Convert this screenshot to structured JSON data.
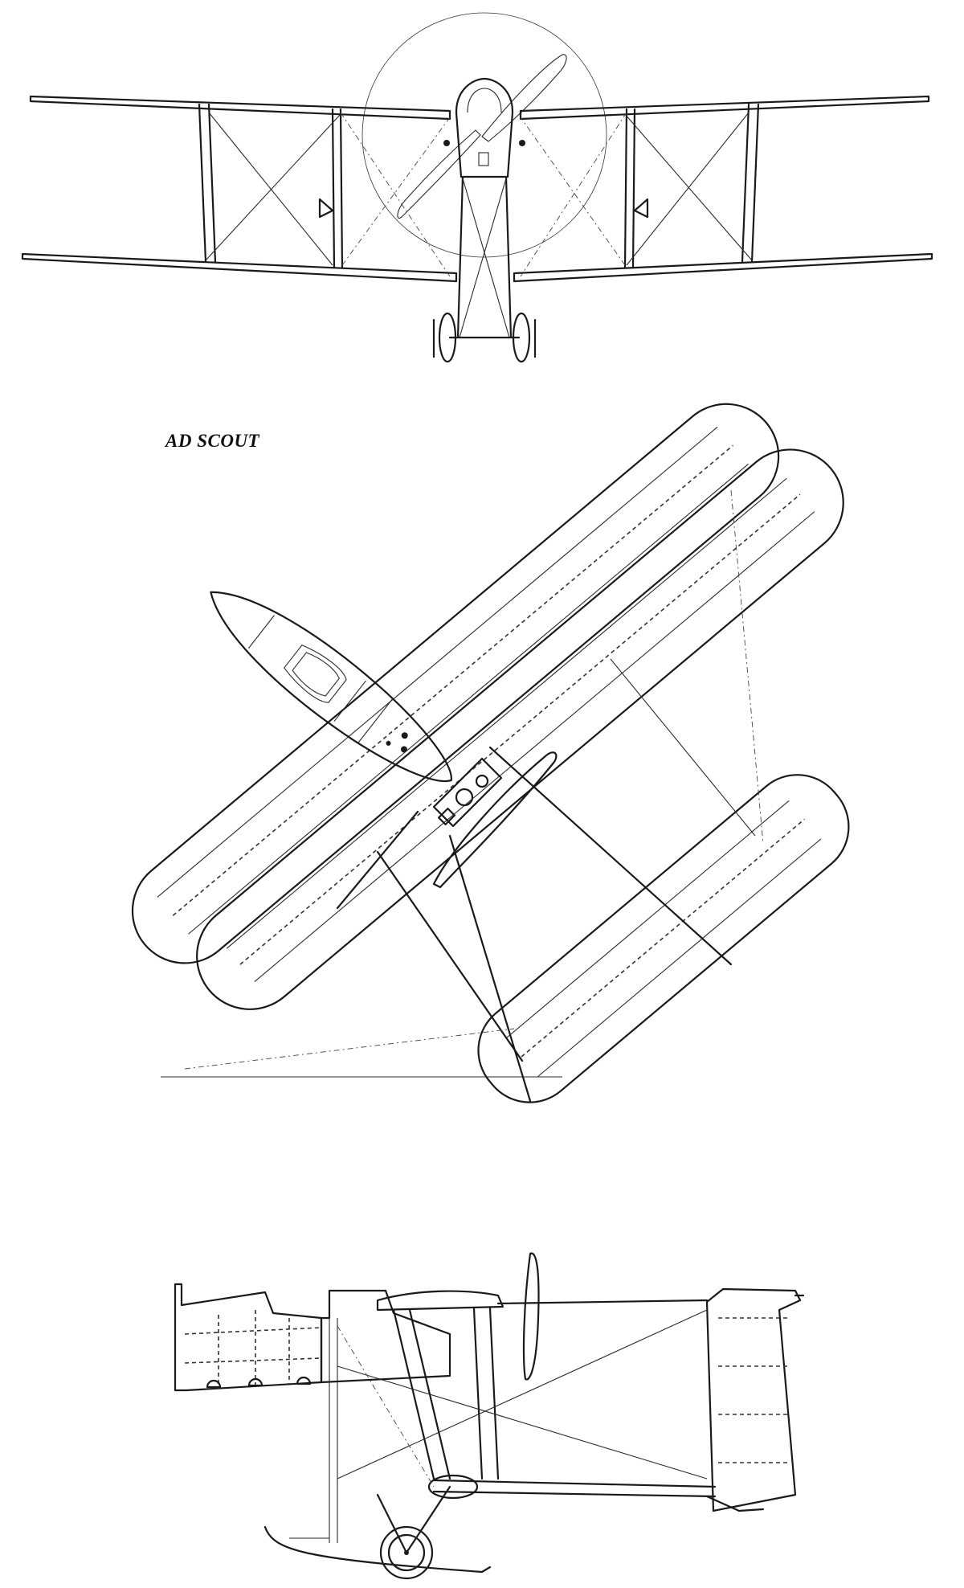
{
  "drawing": {
    "title": "AD SCOUT",
    "colors": {
      "ink": "#1a1a1a",
      "paper": "#ffffff"
    },
    "views": [
      "front-view",
      "plan-view",
      "side-view"
    ]
  }
}
